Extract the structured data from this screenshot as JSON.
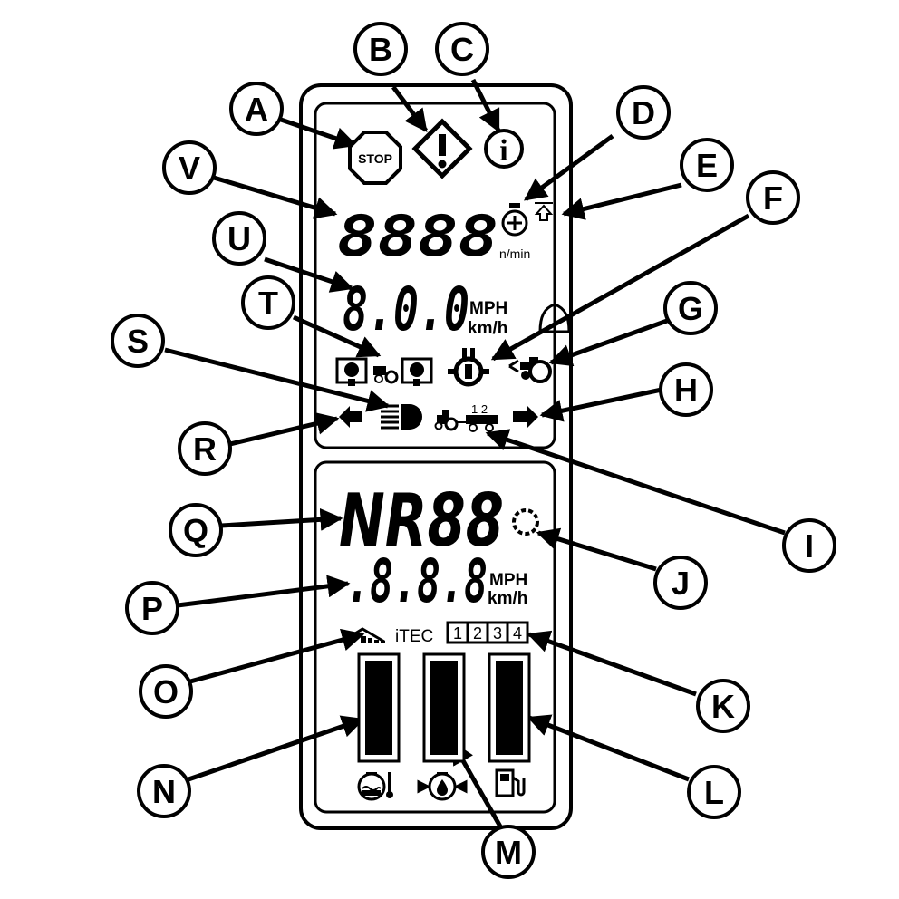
{
  "callouts": [
    {
      "letter": "A"
    },
    {
      "letter": "B"
    },
    {
      "letter": "C"
    },
    {
      "letter": "D"
    },
    {
      "letter": "E"
    },
    {
      "letter": "F"
    },
    {
      "letter": "G"
    },
    {
      "letter": "H"
    },
    {
      "letter": "I"
    },
    {
      "letter": "J"
    },
    {
      "letter": "K"
    },
    {
      "letter": "L"
    },
    {
      "letter": "M"
    },
    {
      "letter": "N"
    },
    {
      "letter": "O"
    },
    {
      "letter": "P"
    },
    {
      "letter": "Q"
    },
    {
      "letter": "R"
    },
    {
      "letter": "S"
    },
    {
      "letter": "T"
    },
    {
      "letter": "U"
    },
    {
      "letter": "V"
    }
  ],
  "upper": {
    "stop_text": "STOP",
    "info_text": "i",
    "engine_digits": "8888",
    "rpm_unit": "n/min",
    "speed_digits": "8.0.0",
    "unit_mph": "MPH",
    "unit_kmh": "km/h",
    "trailer_nums": "1 2"
  },
  "lower": {
    "gear_text": "NR88",
    "speed2_digits": ".8.8.8",
    "unit_mph": "MPH",
    "unit_kmh": "km/h",
    "itec_text": "iTEC",
    "itec_steps": [
      "1",
      "2",
      "3",
      "4"
    ]
  },
  "gauges": [
    {
      "name": "coolant-temperature"
    },
    {
      "name": "oil-pressure"
    },
    {
      "name": "fuel-level"
    }
  ],
  "colors": {
    "ink": "#000000",
    "paper": "#ffffff"
  }
}
